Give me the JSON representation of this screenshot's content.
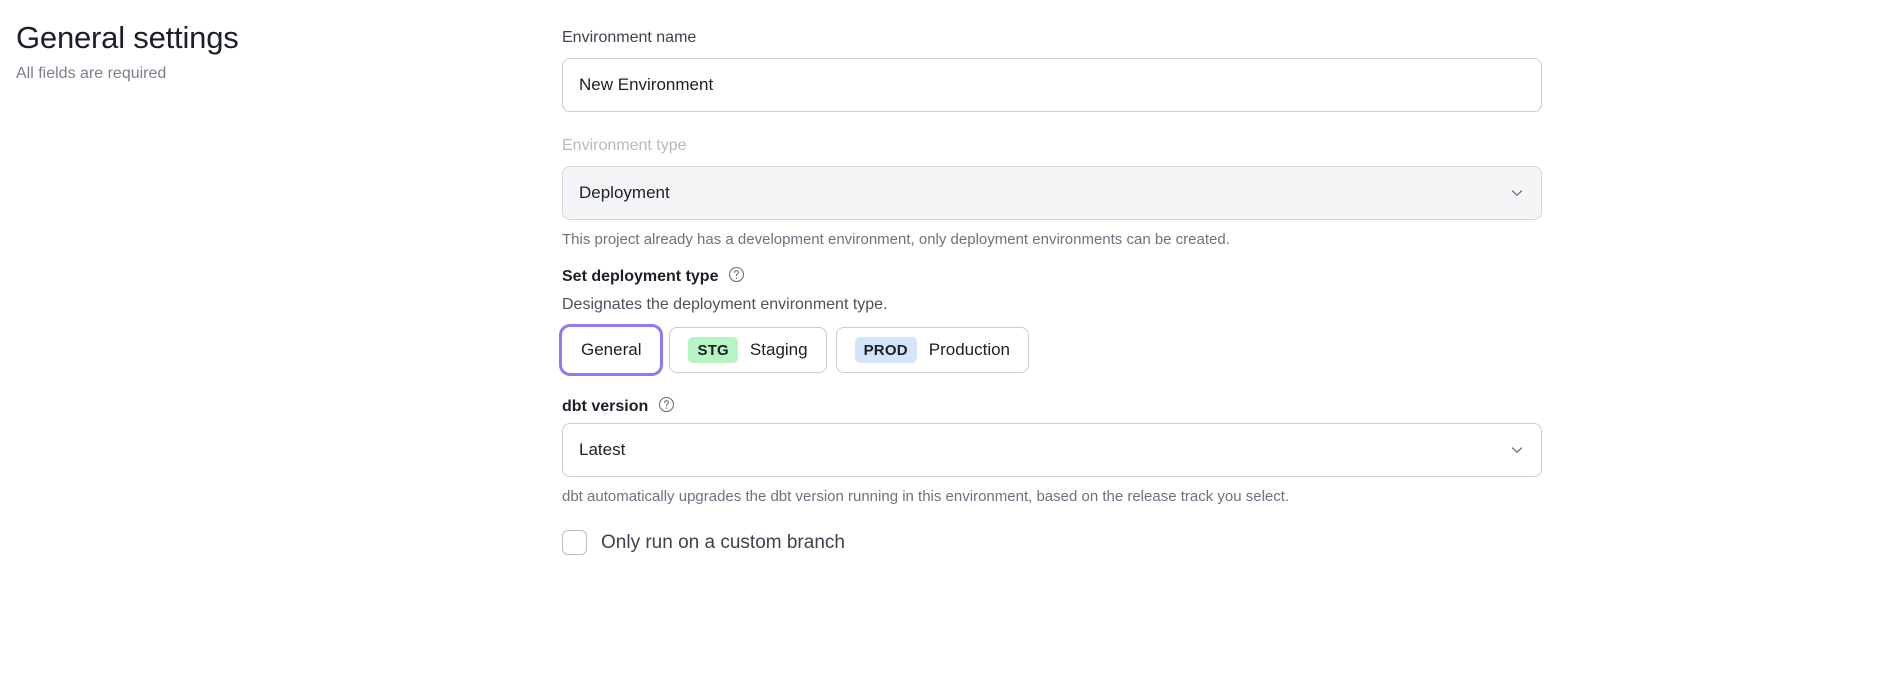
{
  "header": {
    "title": "General settings",
    "subtitle": "All fields are required"
  },
  "form": {
    "environment_name": {
      "label": "Environment name",
      "value": "New Environment",
      "placeholder": "Environment name"
    },
    "environment_type": {
      "label": "Environment type",
      "value": "Deployment",
      "disabled": true,
      "helper": "This project already has a development environment, only deployment environments can be created.",
      "chevron_icon": "chevron-down-icon"
    },
    "deployment_type": {
      "label": "Set deployment type",
      "help_icon": "question-circle-icon",
      "description": "Designates the deployment environment type.",
      "options": [
        {
          "badge": "",
          "label": "General",
          "selected": false,
          "focused": true
        },
        {
          "badge": "STG",
          "label": "Staging",
          "selected": false,
          "focused": false
        },
        {
          "badge": "PROD",
          "label": "Production",
          "selected": false,
          "focused": false
        }
      ]
    },
    "dbt_version": {
      "label": "dbt version",
      "help_icon": "question-circle-icon",
      "value": "Latest",
      "helper": "dbt automatically upgrades the dbt version running in this environment, based on the release track you select.",
      "chevron_icon": "chevron-down-icon"
    },
    "custom_branch": {
      "label": "Only run on a custom branch",
      "checked": false
    }
  },
  "colors": {
    "focus_ring": "#8a7bf0",
    "badge_staging_bg": "#b6f4c4",
    "badge_production_bg": "#d4e4fb",
    "text_primary": "#1b1f28",
    "text_muted": "#7a7f8c",
    "border": "#c9ccd4",
    "disabled_bg": "#f4f5f6"
  }
}
